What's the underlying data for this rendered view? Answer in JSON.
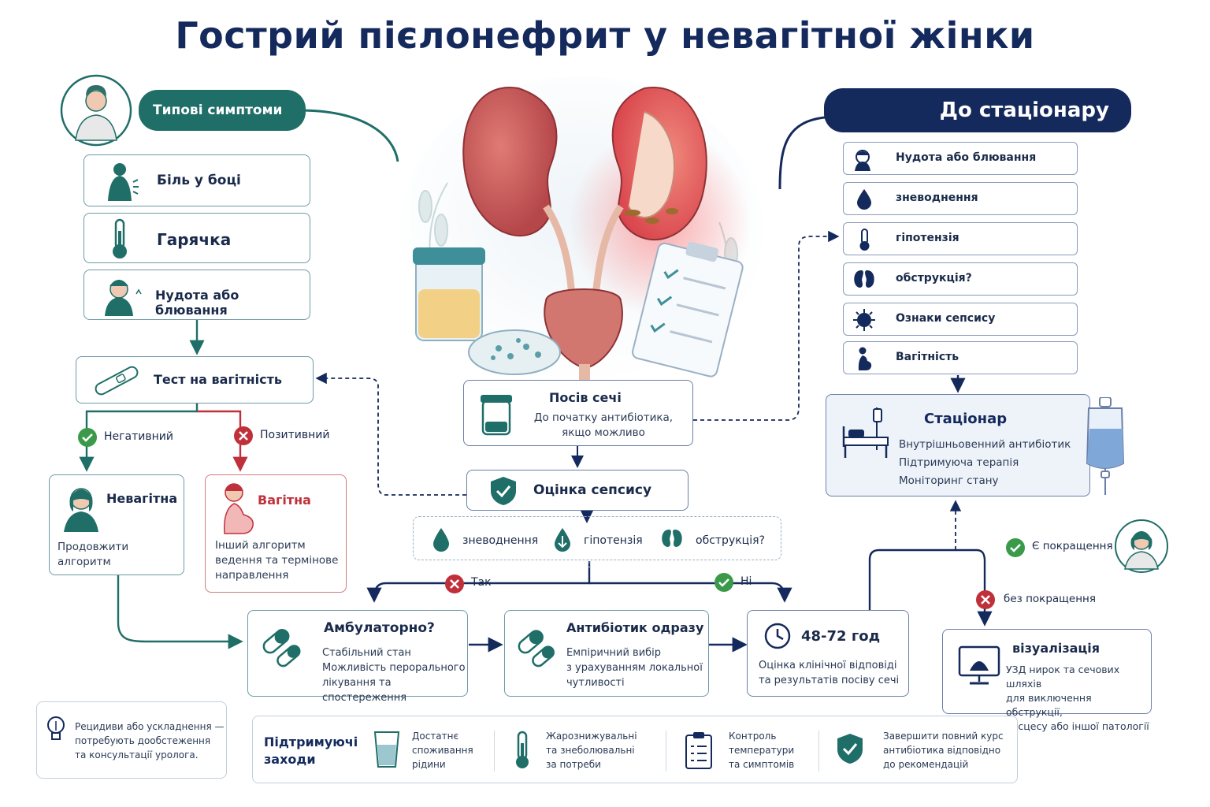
{
  "title": "Гострий пієлонефрит у невагітної жінки",
  "symptoms": {
    "header": "Типові симптоми",
    "items": [
      "Біль у боці",
      "Гарячка",
      "Нудота або блювання"
    ]
  },
  "pregnancy_test": {
    "label": "Тест на вагітність",
    "negative": "Негативний",
    "positive": "Позитивний"
  },
  "not_pregnant": {
    "title": "Невагітна",
    "text": "Продовжити алгоритм"
  },
  "pregnant": {
    "title": "Вагітна",
    "text": "Інший алгоритм ведення та термінове направлення"
  },
  "urine_culture": {
    "title": "Посів сечі",
    "text": "До початку антибіотика, якщо можливо"
  },
  "sepsis_eval": {
    "title": "Оцінка сепсису",
    "factors": [
      "зневоднення",
      "гіпотензія",
      "обструкція?"
    ],
    "yes": "Так",
    "no": "Ні"
  },
  "outpatient": {
    "title": "Амбулаторно?",
    "text": [
      "Стабільний стан",
      "Можливість перорального",
      "лікування та спостереження"
    ]
  },
  "antibiotic": {
    "title": "Антибіотик одразу",
    "text": [
      "Емпіричний вибір",
      "з урахуванням локальної",
      "чутливості"
    ]
  },
  "followup": {
    "title": "48-72 год",
    "text": [
      "Оцінка клінічної відповіді",
      "та результатів посіву сечі"
    ]
  },
  "to_hospital": {
    "header": "До стаціонару",
    "items": [
      "Нудота або блювання",
      "зневоднення",
      "гіпотензія",
      "обструкція?",
      "Ознаки сепсису",
      "Вагітність"
    ]
  },
  "hospital": {
    "title": "Стаціонар",
    "items": [
      "Внутрішньовенний антибіотик",
      "Підтримуюча терапія",
      "Моніторинг стану"
    ]
  },
  "improvement": {
    "yes": "Є покращення",
    "no": "без покращення"
  },
  "imaging": {
    "title": "візуалізація",
    "text": [
      "УЗД нирок та сечових шляхів",
      "для виключення обструкції,",
      "абсцесу або іншої патології"
    ]
  },
  "note": {
    "text": [
      "Рецидиви або ускладнення —",
      "потребують дообстеження",
      "та консультації уролога."
    ]
  },
  "supportive": {
    "header": [
      "Підтримуючі",
      "заходи"
    ],
    "items": [
      [
        "Достатнє",
        "споживання",
        "рідини"
      ],
      [
        "Жарознижувальні",
        "та знеболювальні",
        "за потреби"
      ],
      [
        "Контроль",
        "температури",
        "та симптомів"
      ],
      [
        "Завершити повний курс",
        "антибіотика відповідно",
        "до рекомендацій"
      ]
    ]
  },
  "colors": {
    "navy": "#14295c",
    "teal": "#1f6e68",
    "red": "#c0303a",
    "green": "#3a9a4a"
  }
}
